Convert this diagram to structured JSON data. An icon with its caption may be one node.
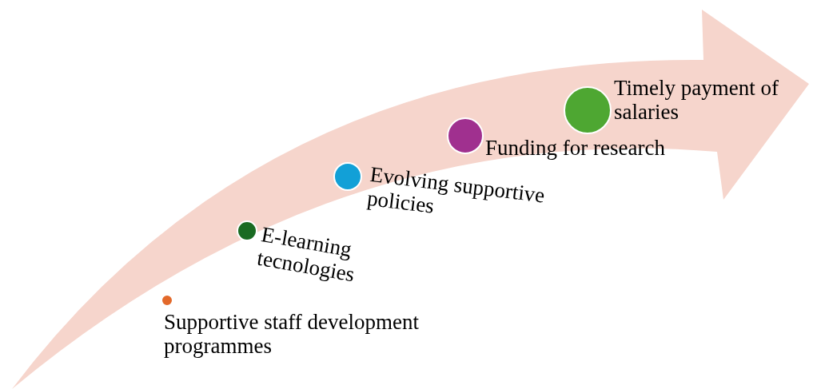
{
  "diagram": {
    "nodes": [
      {
        "text": [],
        "shape": "circle",
        "beside": [
          "Supportive staff development programmes"
        ]
      },
      {
        "text": [],
        "shape": "circle",
        "beside": [
          "E-learning tecnologies"
        ]
      },
      {
        "text": [],
        "shape": "circle",
        "beside": [
          "Evolving supportive policies"
        ]
      },
      {
        "text": [],
        "shape": "circle",
        "beside": [
          "Funding for research"
        ]
      },
      {
        "text": [],
        "shape": "circle",
        "beside": [
          "Timely payment of salaries"
        ]
      }
    ]
  }
}
